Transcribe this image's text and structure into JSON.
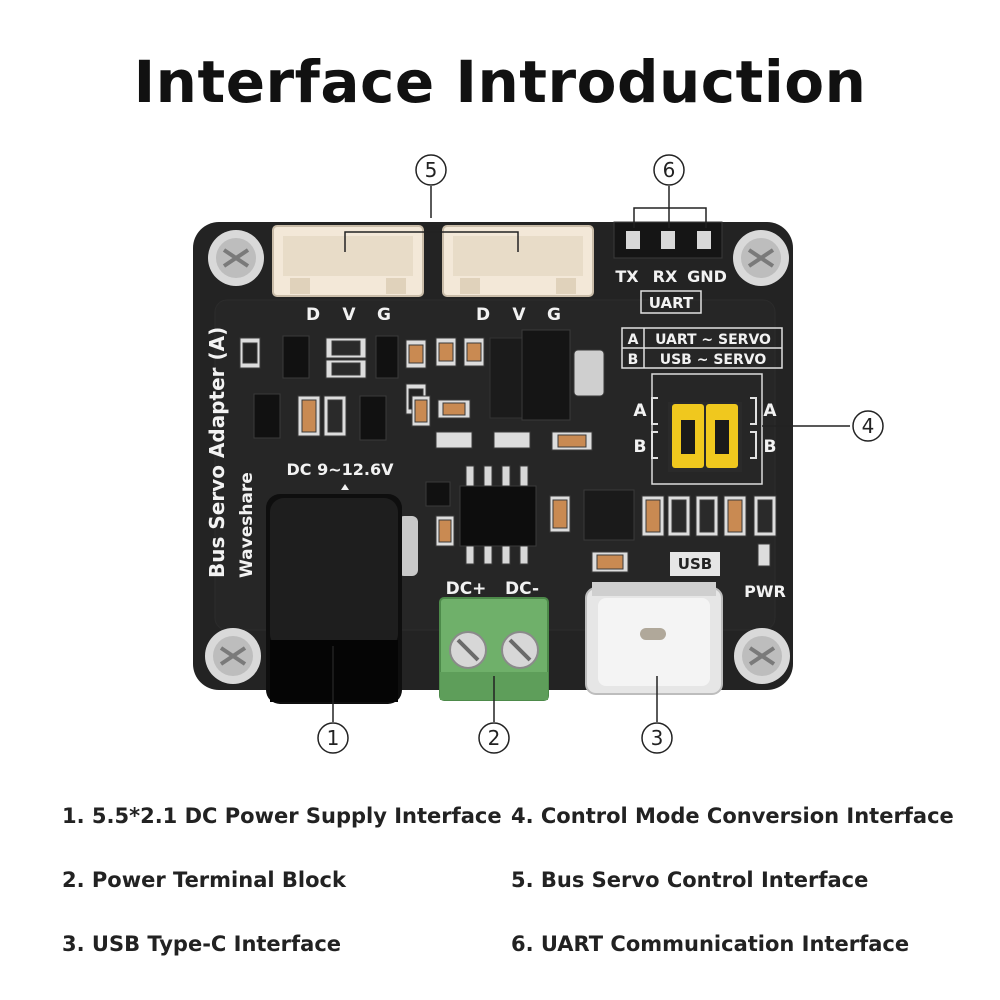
{
  "title": "Interface Introduction",
  "callouts": [
    "1",
    "2",
    "3",
    "4",
    "5",
    "6"
  ],
  "board": {
    "name_vertical": "Bus Servo Adapter (A)",
    "brand": "Waveshare",
    "dc_label": "DC 9~12.6V",
    "dc_plus": "DC+",
    "dc_minus": "DC-",
    "servo_pins": [
      "D",
      "V",
      "G"
    ],
    "uart_pins": [
      "TX",
      "RX",
      "GND"
    ],
    "uart_label": "UART",
    "mode_a_key": "A",
    "mode_a_text": "UART ~ SERVO",
    "mode_b_key": "B",
    "mode_b_text": "USB ~ SERVO",
    "switch_a": "A",
    "switch_b": "B",
    "usb_label": "USB",
    "pwr_label": "PWR"
  },
  "legend": [
    "1. 5.5*2.1 DC Power Supply Interface",
    "2. Power Terminal Block",
    "3. USB Type-C Interface",
    "4. Control Mode Conversion Interface",
    "5. Bus Servo Control Interface",
    "6. UART Communication Interface"
  ]
}
